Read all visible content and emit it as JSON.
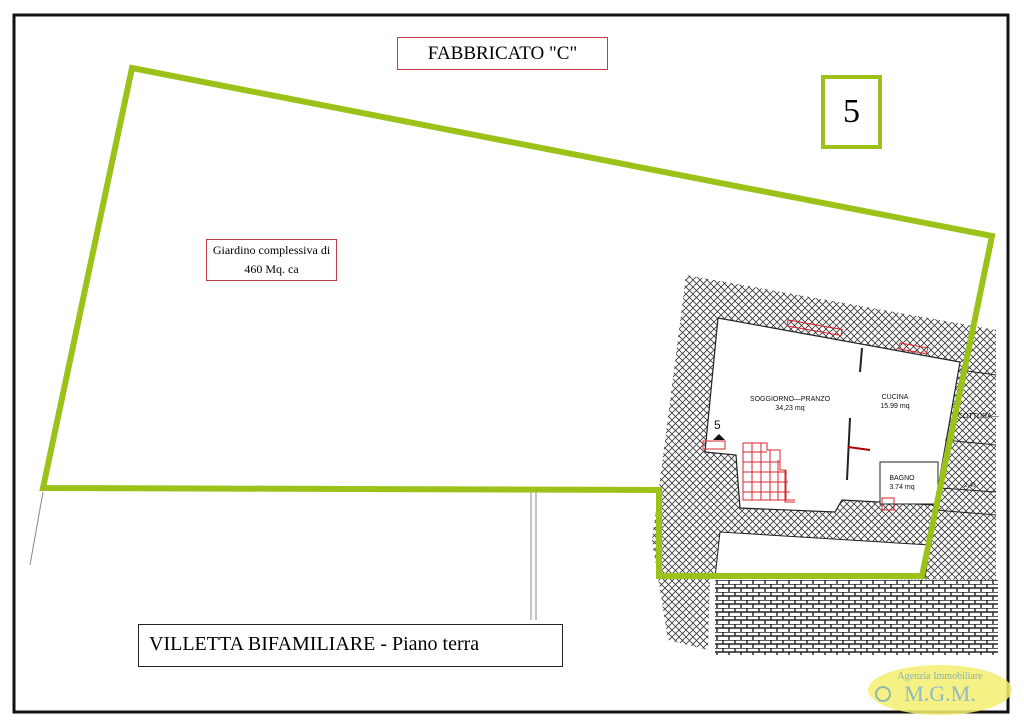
{
  "header": {
    "building": "FABBRICATO \"C\"",
    "page_number": "5"
  },
  "garden": {
    "line1": "Giardino complessiva di",
    "line2": "460 Mq. ca"
  },
  "plan_title": "VILLETTA BIFAMILIARE - Piano terra",
  "rooms": [
    {
      "name": "SOGGIORNO—PRANZO",
      "area": "34,23  mq"
    },
    {
      "name": "CUCINA",
      "area": "15.99  mq"
    },
    {
      "name": "BAGNO",
      "area": "3.74  mq"
    }
  ],
  "annotations": {
    "cottura": "COTTURA—",
    "dimension": "2.40",
    "section_marker": "5"
  },
  "logo": {
    "line1": "Agenzia Immobiliare",
    "line2": "M.G.M."
  },
  "colors": {
    "boundary": "#9cc21a",
    "label_border": "#c0404a",
    "stairs": "#d9232e"
  }
}
